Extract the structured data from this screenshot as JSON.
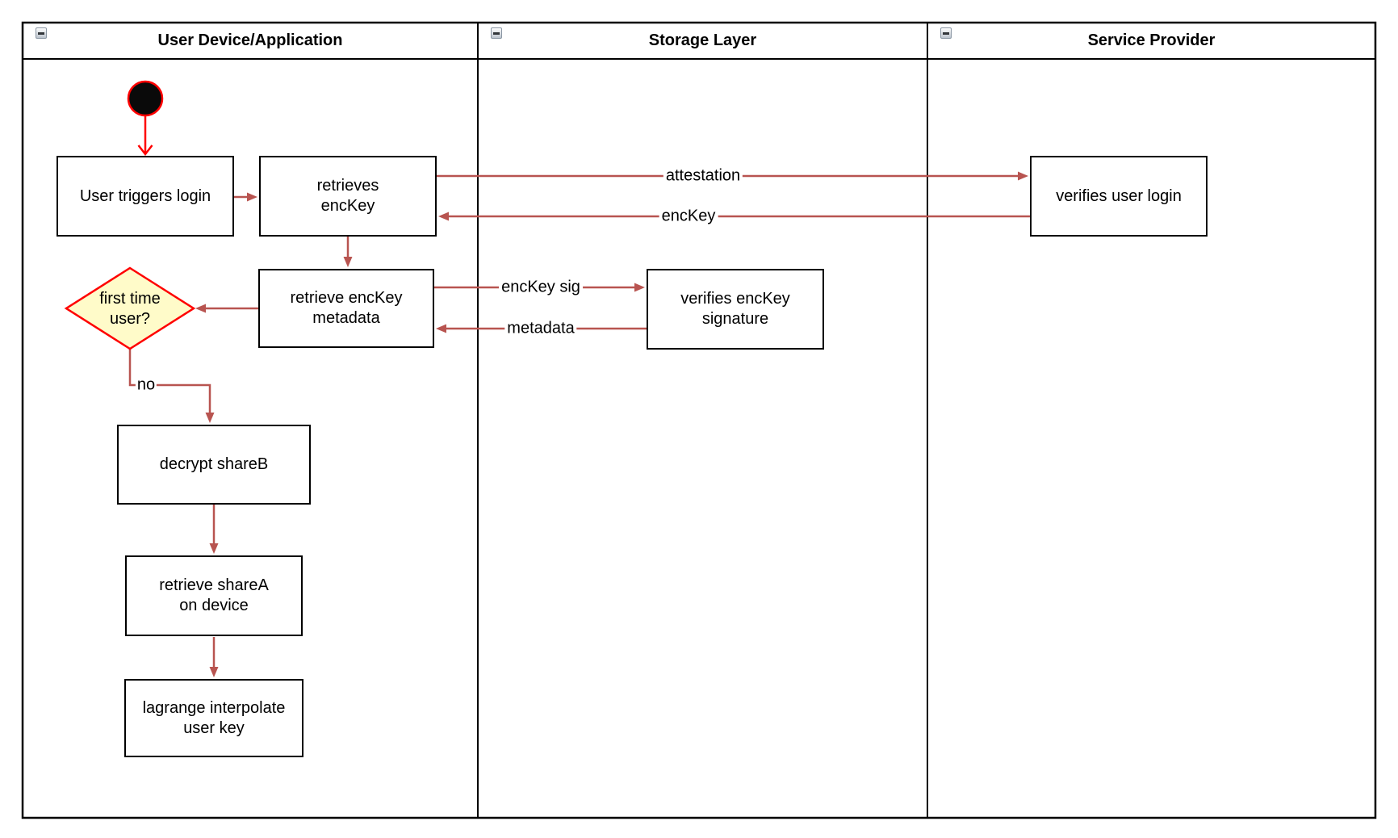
{
  "diagram": {
    "lanes": [
      {
        "title": "User Device/Application"
      },
      {
        "title": "Storage Layer"
      },
      {
        "title": "Service Provider"
      }
    ],
    "nodes": {
      "user_triggers_login": {
        "label": "User triggers login"
      },
      "retrieves_enckey": {
        "label": "retrieves\nencKey"
      },
      "verifies_user_login": {
        "label": "verifies user login"
      },
      "retrieve_enckey_metadata": {
        "label": "retrieve encKey\nmetadata"
      },
      "verifies_enckey_signature": {
        "label": "verifies encKey\nsignature"
      },
      "first_time_user": {
        "label": "first time\nuser?"
      },
      "decrypt_shareb": {
        "label": "decrypt shareB"
      },
      "retrieve_sharea": {
        "label": "retrieve shareA\non device"
      },
      "lagrange_interpolate": {
        "label": "lagrange interpolate\nuser key"
      }
    },
    "edge_labels": {
      "attestation": "attestation",
      "enckey": "encKey",
      "enckey_sig": "encKey sig",
      "metadata": "metadata",
      "no": "no"
    },
    "colors": {
      "edge": "#b85450",
      "start_edge": "#ff0000",
      "decision_fill": "#fffbc9",
      "decision_stroke": "#ff0000",
      "node_border": "#000000",
      "start_fill": "#0a0a0a"
    }
  }
}
